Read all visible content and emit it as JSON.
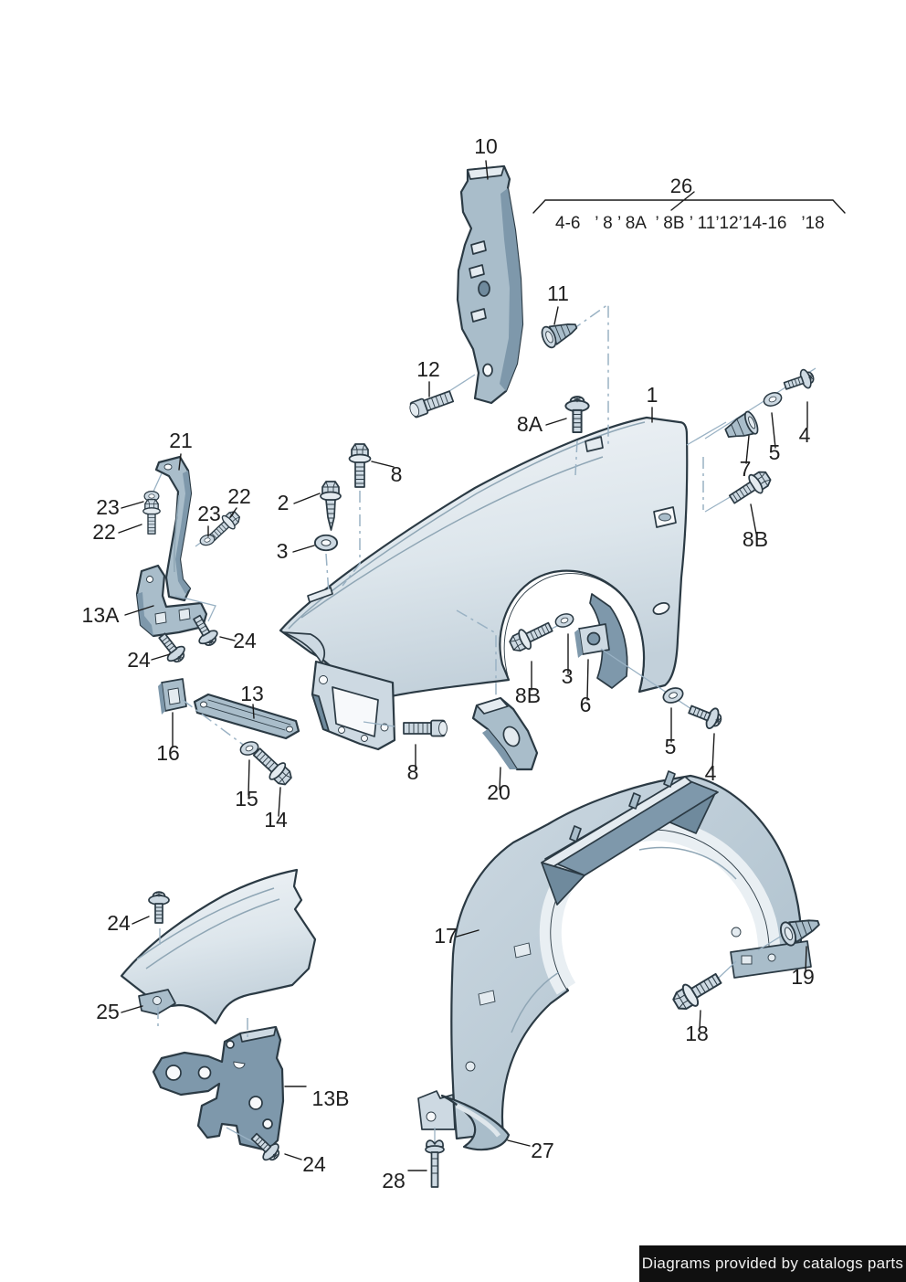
{
  "title": "Front fender and wheel housing liner exploded parts diagram",
  "labels": {
    "n1": "1",
    "n2": "2",
    "n3": "3",
    "n4": "4",
    "n5": "5",
    "n6": "6",
    "n7": "7",
    "n8": "8",
    "n8A": "8A",
    "n8B": "8B",
    "n10": "10",
    "n11": "11",
    "n12": "12",
    "n13": "13",
    "n13A": "13A",
    "n13B": "13B",
    "n14": "14",
    "n15": "15",
    "n16": "16",
    "n17": "17",
    "n18": "18",
    "n19": "19",
    "n20": "20",
    "n21": "21",
    "n22": "22",
    "n23": "23",
    "n24": "24",
    "n25": "25",
    "n26": "26",
    "n27": "27",
    "n28": "28"
  },
  "annotation": {
    "bracket_label": "26",
    "years": "4-6   ’ 8 ’ 8A  ’ 8B ’ 11’12’14-16   ’18"
  },
  "footer": {
    "text": "Diagrams provided by catalogs parts"
  },
  "colors": {
    "outline": "#2b3a44",
    "part_mid": "#a9bdca",
    "part_dark": "#7e98ab",
    "part_light": "#cdd9e2",
    "fender_light": "#eef2f5",
    "fender_shade": "#c6d4de",
    "assembly_line": "#9ab2c4",
    "footer_bg": "#101010",
    "footer_text": "#f2f2f2"
  }
}
